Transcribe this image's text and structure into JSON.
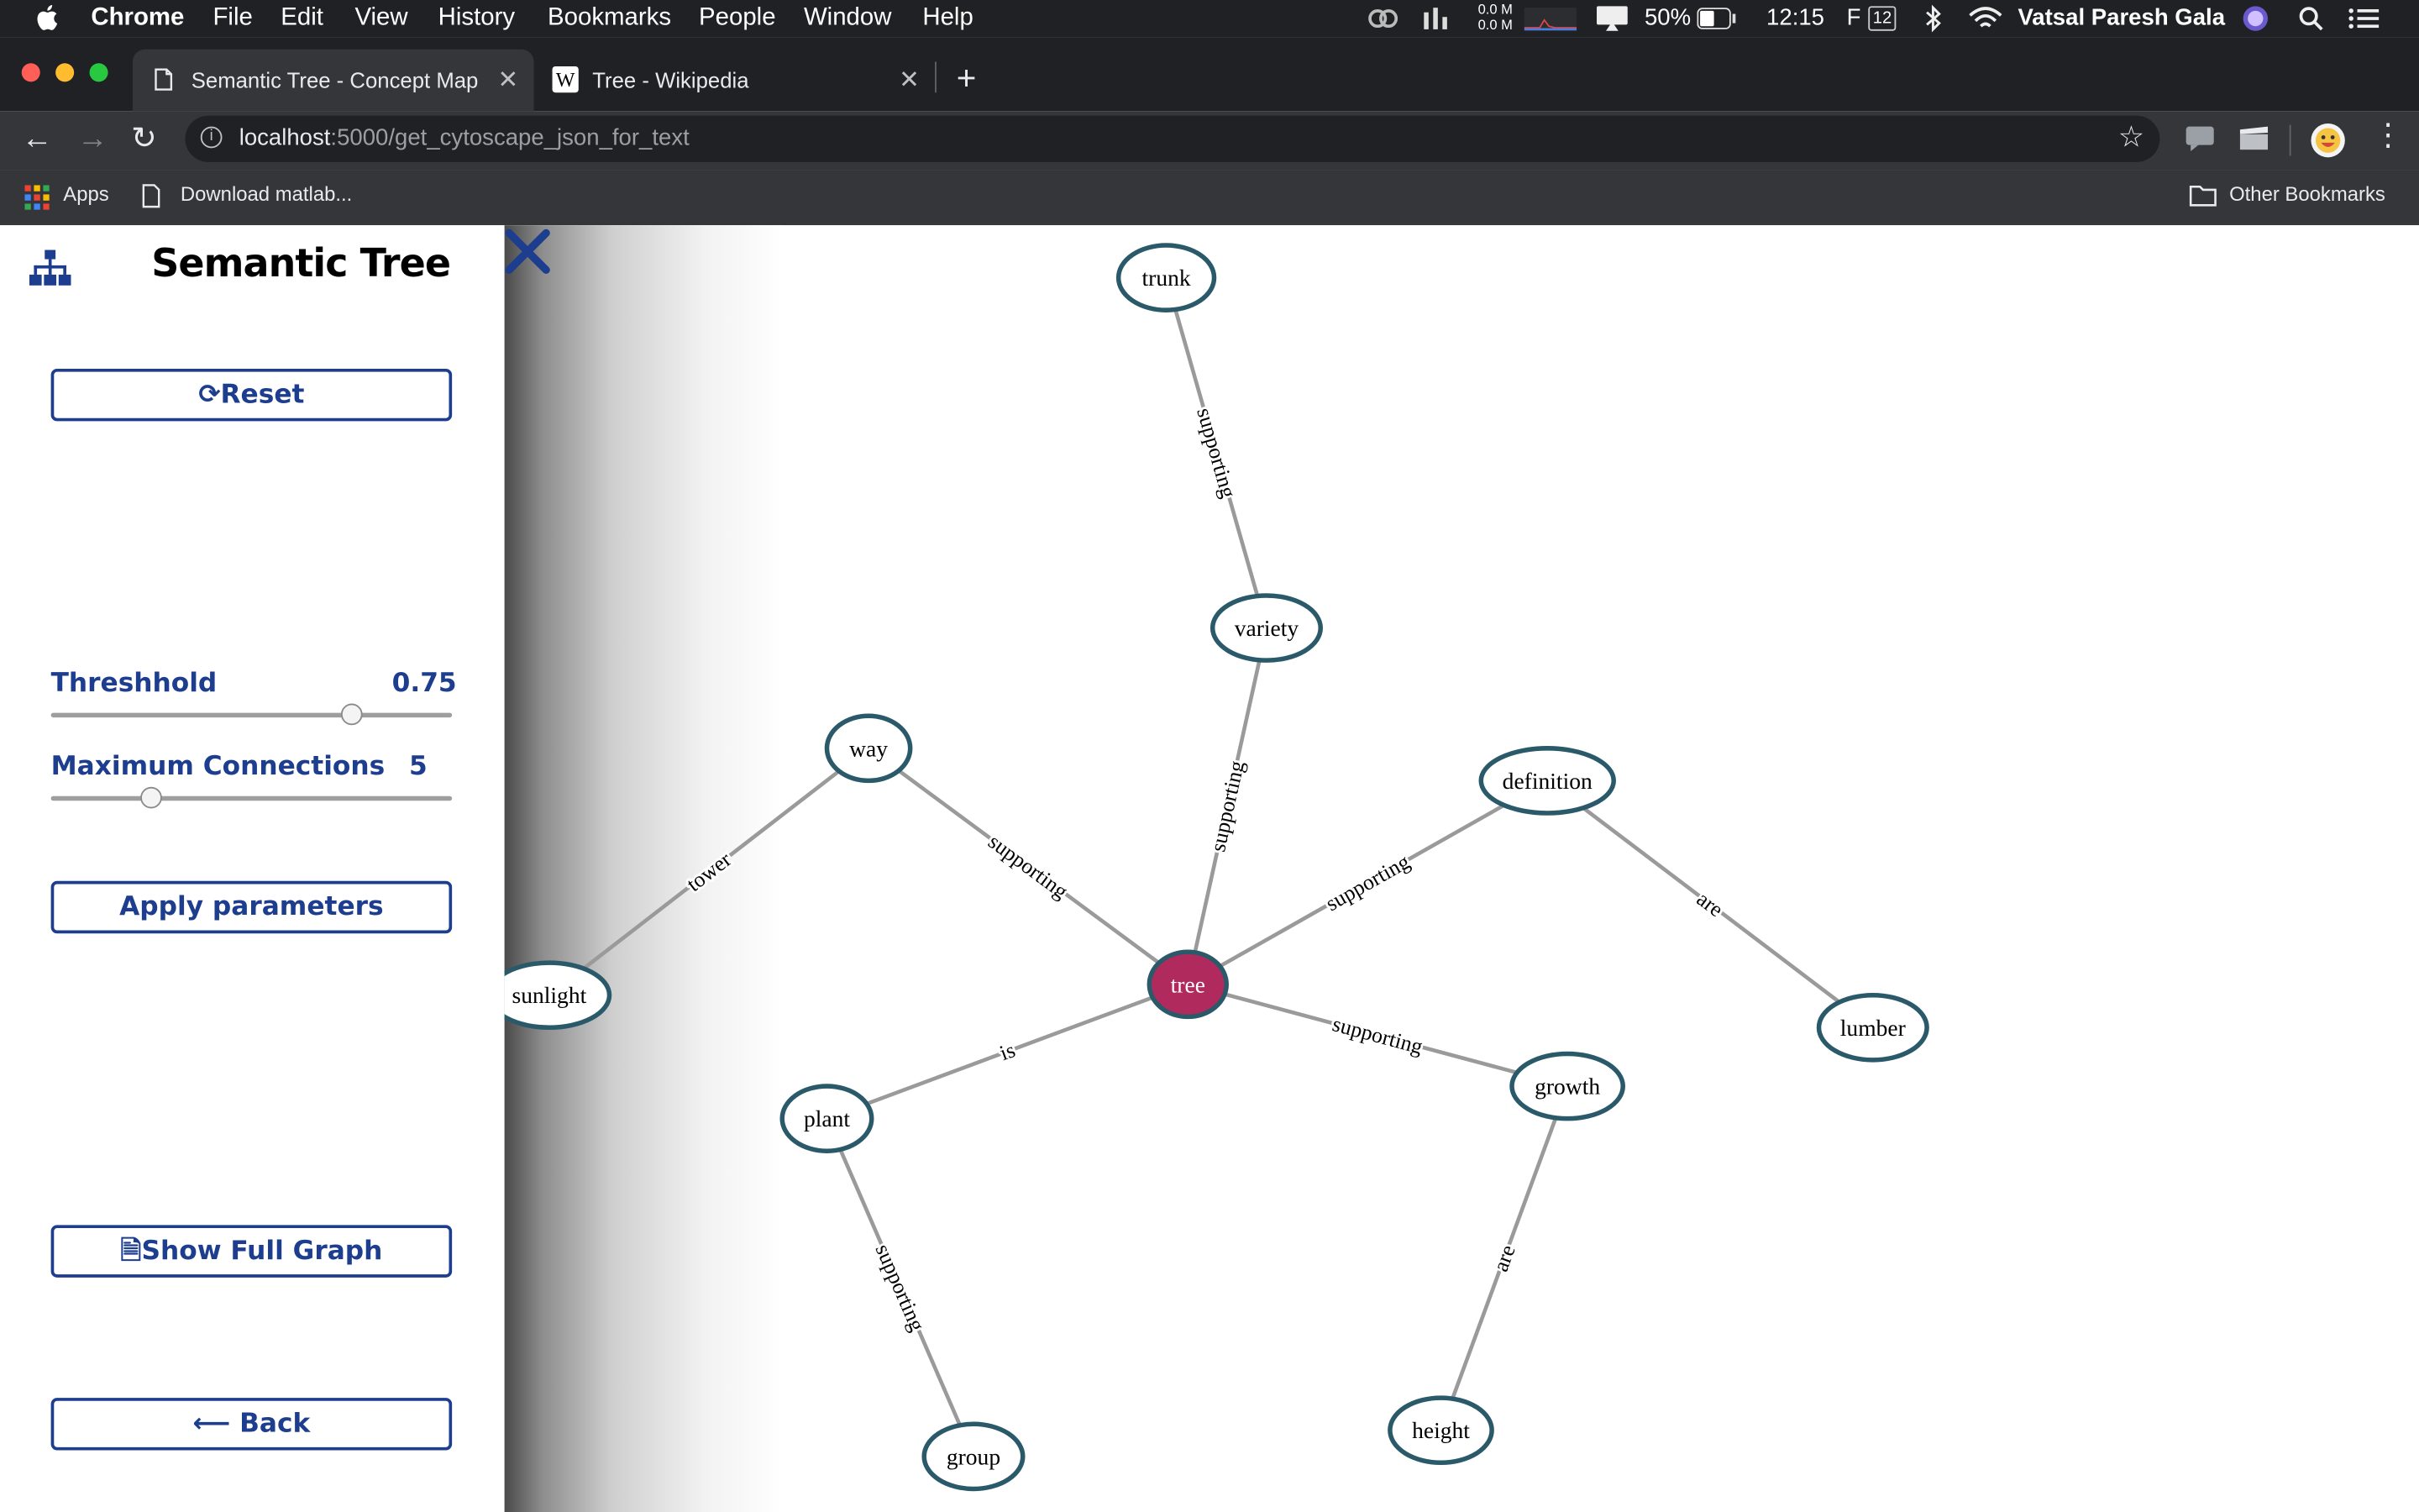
{
  "menubar": {
    "app": "Chrome",
    "items": [
      "File",
      "Edit",
      "View",
      "History",
      "Bookmarks",
      "People",
      "Window",
      "Help"
    ],
    "net_up": "0.0 M",
    "net_down": "0.0 M",
    "battery": "50%",
    "time": "12:15",
    "f_label": "F",
    "f_num": "12",
    "user": "Vatsal Paresh Gala"
  },
  "tabs": [
    {
      "label": "Semantic Tree - Concept Map",
      "active": true
    },
    {
      "label": "Tree - Wikipedia",
      "active": false
    }
  ],
  "address": {
    "host": "localhost",
    "path": ":5000/get_cytoscape_json_for_text"
  },
  "bookmarks": {
    "apps": "Apps",
    "item1": "Download matlab...",
    "other": "Other Bookmarks"
  },
  "sidebar": {
    "title": "Semantic Tree",
    "reset_label": "Reset",
    "threshold_label": "Threshhold",
    "threshold_value": "0.75",
    "threshold_fraction": 0.75,
    "maxconn_label": "Maximum Connections",
    "maxconn_value": "5",
    "maxconn_fraction": 0.25,
    "apply_label": "Apply parameters",
    "full_graph_label": "Show Full Graph",
    "back_label": "Back"
  },
  "graph": {
    "center_color": "#b02a5e",
    "node_border": "#2a5a6a",
    "edge_color": "#9a9a9a",
    "nodes": [
      {
        "id": "trunk",
        "label": "trunk"
      },
      {
        "id": "variety",
        "label": "variety"
      },
      {
        "id": "way",
        "label": "way"
      },
      {
        "id": "definition",
        "label": "definition"
      },
      {
        "id": "sunlight",
        "label": "sunlight"
      },
      {
        "id": "tree",
        "label": "tree",
        "center": true
      },
      {
        "id": "lumber",
        "label": "lumber"
      },
      {
        "id": "growth",
        "label": "growth"
      },
      {
        "id": "plant",
        "label": "plant"
      },
      {
        "id": "group",
        "label": "group"
      },
      {
        "id": "height",
        "label": "height"
      }
    ],
    "edges": [
      {
        "source": "trunk",
        "target": "variety",
        "label": "supporting"
      },
      {
        "source": "variety",
        "target": "tree",
        "label": "supporting"
      },
      {
        "source": "way",
        "target": "tree",
        "label": "supporting"
      },
      {
        "source": "way",
        "target": "sunlight",
        "label": "tower"
      },
      {
        "source": "definition",
        "target": "tree",
        "label": "supporting"
      },
      {
        "source": "definition",
        "target": "lumber",
        "label": "are"
      },
      {
        "source": "tree",
        "target": "growth",
        "label": "supporting"
      },
      {
        "source": "tree",
        "target": "plant",
        "label": "is"
      },
      {
        "source": "plant",
        "target": "group",
        "label": "supporting"
      },
      {
        "source": "growth",
        "target": "height",
        "label": "are"
      }
    ]
  }
}
